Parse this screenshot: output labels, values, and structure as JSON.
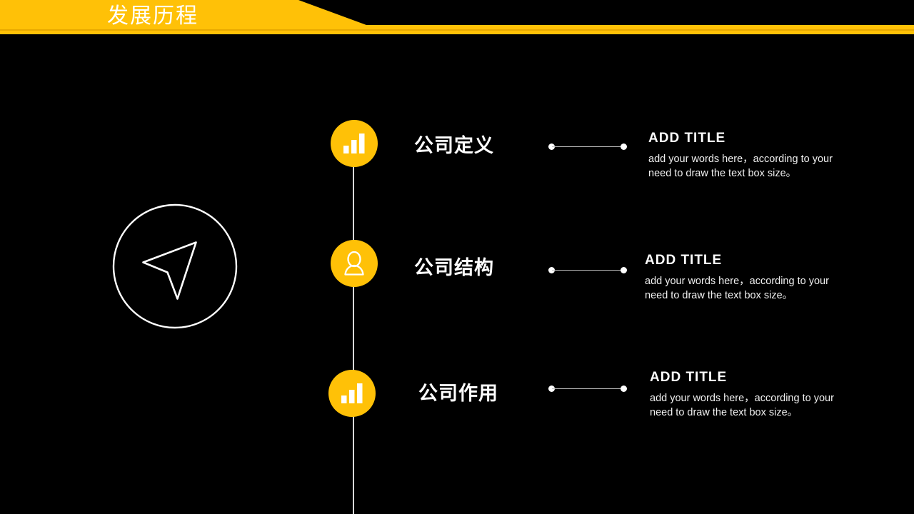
{
  "slide": {
    "background_color": "#000000",
    "accent_color": "#FFC107",
    "text_color": "#FFFFFF"
  },
  "header": {
    "title": "发展历程",
    "band_color": "#FFC107"
  },
  "emblem": {
    "icon": "navigation-arrow-icon",
    "shape": "circle-outline"
  },
  "timeline": {
    "items": [
      {
        "icon": "bar-chart-icon",
        "heading": "公司定义",
        "title": "ADD TITLE",
        "body": "add your words here，according to your need to draw the text box size。"
      },
      {
        "icon": "user-icon",
        "heading": "公司结构",
        "title": "ADD TITLE",
        "body": "add your words here，according to your need to draw the text box size。"
      },
      {
        "icon": "bar-chart-icon",
        "heading": "公司作用",
        "title": "ADD TITLE",
        "body": "add your words here，according to your need to draw the text box size。"
      }
    ]
  }
}
